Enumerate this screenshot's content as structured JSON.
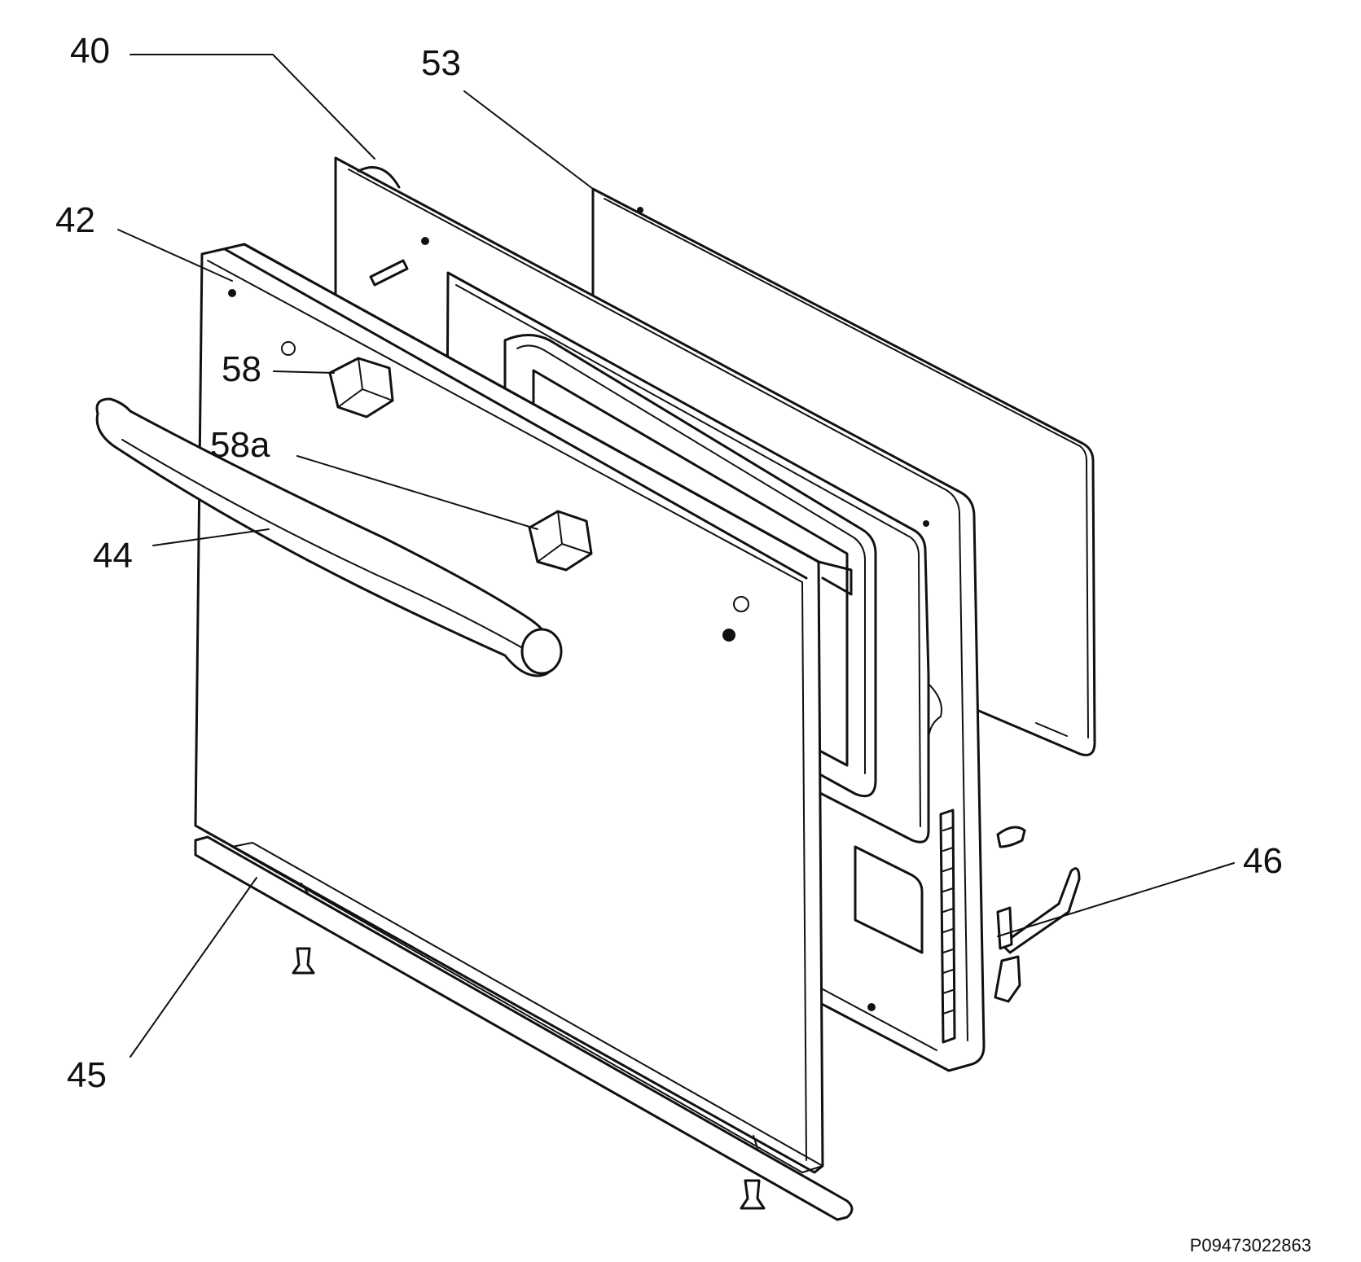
{
  "diagram": {
    "drawing_code": "P09473022863",
    "labels": [
      {
        "id": "40",
        "text": "40"
      },
      {
        "id": "53",
        "text": "53"
      },
      {
        "id": "42",
        "text": "42"
      },
      {
        "id": "58",
        "text": "58"
      },
      {
        "id": "58a",
        "text": "58a"
      },
      {
        "id": "44",
        "text": "44"
      },
      {
        "id": "46",
        "text": "46"
      },
      {
        "id": "45",
        "text": "45"
      }
    ]
  }
}
